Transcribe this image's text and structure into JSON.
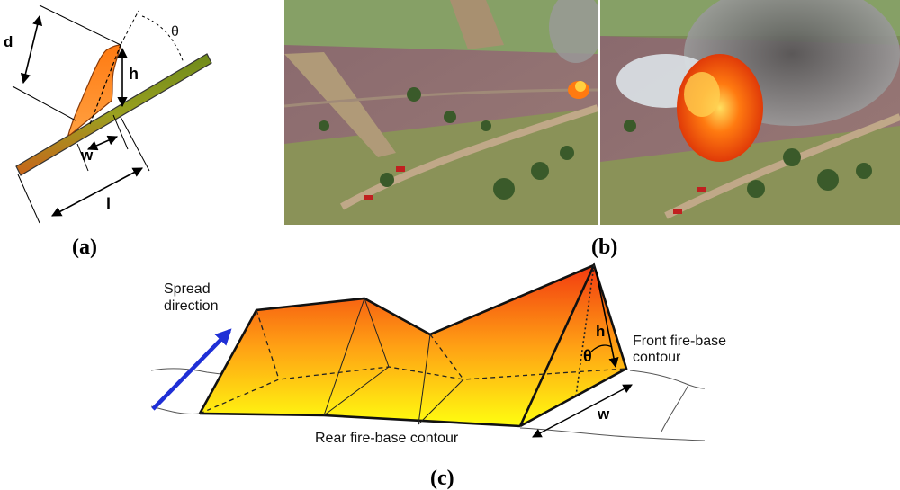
{
  "panels": {
    "a": {
      "label": "(a)",
      "vars": {
        "d": "d",
        "h": "h",
        "w": "w",
        "l": "l",
        "theta": "θ"
      }
    },
    "b": {
      "label": "(b)",
      "photos": [
        {
          "name": "fire-photo-early"
        },
        {
          "name": "fire-photo-developed"
        }
      ]
    },
    "c": {
      "label": "(c)",
      "spread_direction_line1": "Spread",
      "spread_direction_line2": "direction",
      "front_line1": "Front fire-base",
      "front_line2": "contour",
      "rear": "Rear fire-base contour",
      "vars": {
        "h": "h",
        "theta": "θ",
        "w": "w"
      }
    }
  },
  "colors": {
    "flame_top": "#f23a10",
    "flame_bottom": "#ffff10",
    "arrow_blue": "#1f2fd6",
    "flame_orange": "#ff8a1e",
    "slope_green": "#6e8a1a",
    "slope_orange": "#c8641a"
  }
}
